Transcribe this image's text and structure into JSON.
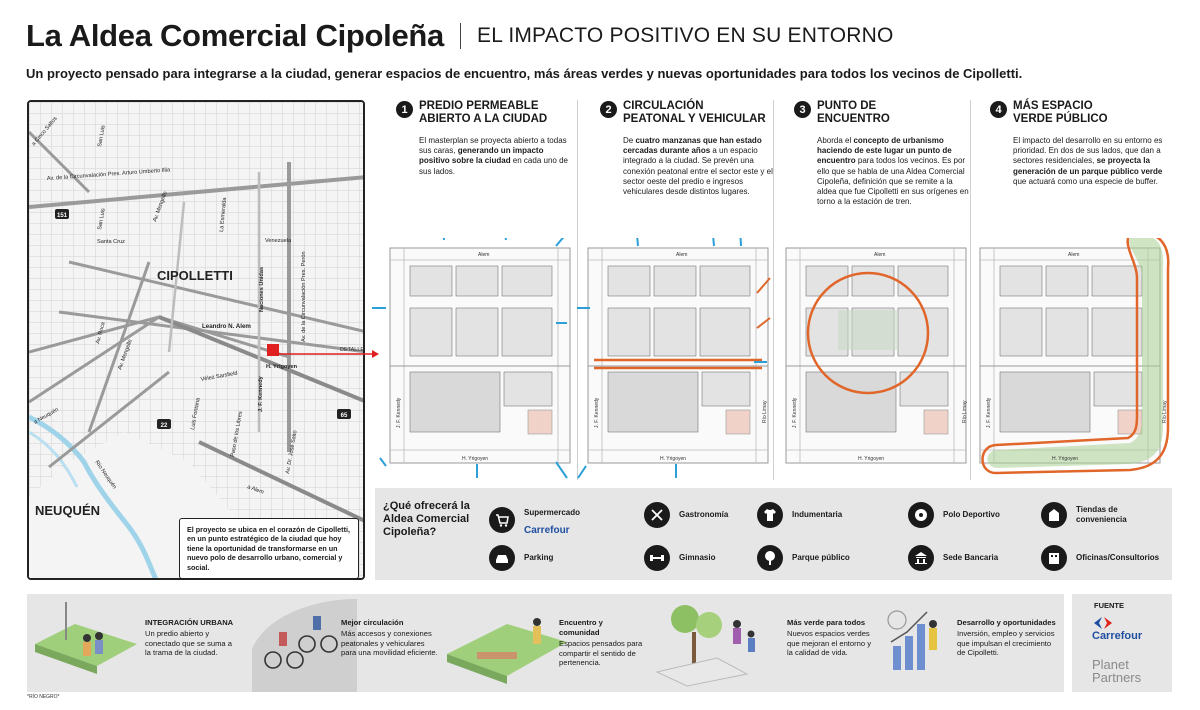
{
  "header": {
    "title": "La Aldea Comercial Cipoleña",
    "subtitle": "EL IMPACTO POSITIVO EN SU ENTORNO",
    "lead": "Un proyecto pensado para integrarse a la ciudad, generar espacios de encuentro, más áreas verdes y nuevas oportunidades para todos los vecinos de Cipolletti."
  },
  "map": {
    "city": "CIPOLLETTI",
    "neighbor": "NEUQUÉN",
    "streets": {
      "circunvalacion": "Av. de la Circunvalación Pres. Arturo Umberto Illia",
      "circunvalacion_v": "Av. de la Circunvalación Pres. Perón",
      "san_luis": "San Luis",
      "san_luis2": "San Luis",
      "santa_cruz": "Santa Cruz",
      "mengelle": "Av. Mengelle",
      "mengelle2": "Av. Mengelle",
      "esmeralda": "La Esmeralda",
      "venezuela": "Venezuela",
      "naciones": "Naciones Unidas",
      "alem": "Leandro N. Alem",
      "yrigoyen": "H. Yrigoyen",
      "kennedy": "J. F. Kennedy",
      "roca": "Av. Roca",
      "velez": "Vélez Sarsfield",
      "fontana": "Luis Fontana",
      "libres": "Paso de los Libres",
      "salto": "Av. Dr. José Salto",
      "alem_dir": "a Alem",
      "neuquen_dir": "a Neuquén",
      "cinco_dir": "a Cinco Saltos",
      "rio": "Río Neuquén",
      "rn151": "151",
      "rn22": "22",
      "rn65": "65"
    },
    "detalle": "DETALLE",
    "note": "El proyecto se ubica en el corazón de Cipolletti, en un punto estratégico de la ciudad que hoy tiene la oportunidad de transformarse en un nuevo polo de desarrollo urbano, comercial y social."
  },
  "steps": [
    {
      "num": "1",
      "title_l1": "PREDIO PERMEABLE",
      "title_l2": "ABIERTO A LA CIUDAD",
      "body_a": "El masterplan se proyecta abierto a todas sus caras, ",
      "body_b": "generando un impacto positivo sobre la ciudad",
      "body_c": " en cada uno de sus lados."
    },
    {
      "num": "2",
      "title_l1": "CIRCULACIÓN",
      "title_l2": "PEATONAL Y VEHICULAR",
      "body_a": "De ",
      "body_b": "cuatro manzanas que han estado cercadas durante años",
      "body_c": " a un espacio integrado a la ciudad. Se prevén una conexión peatonal entre el sector este y el sector oeste del predio e ingresos vehiculares desde distintos lugares."
    },
    {
      "num": "3",
      "title_l1": "PUNTO DE",
      "title_l2": "ENCUENTRO",
      "body_a": "Aborda el ",
      "body_b": "concepto de urbanismo haciendo de este lugar un punto de encuentro",
      "body_c": " para todos los vecinos. Es por ello que se habla de una Aldea Comercial Cipoleña, definición que se remite a la aldea que fue Cipolletti en sus orígenes en torno a la estación de tren."
    },
    {
      "num": "4",
      "title_l1": "MÁS ESPACIO",
      "title_l2": "VERDE PÚBLICO",
      "body_a": "El impacto del desarrollo en su entorno es prioridad. En dos de sus lados, que dan a sectores residenciales, ",
      "body_b": "se proyecta la generación de un parque público verde",
      "body_c": " que actuará como una especie de buffer."
    }
  ],
  "plan_labels": {
    "alem": "Alem",
    "yrigoyen": "H. Yrigoyen",
    "kennedy": "J. F. Kennedy",
    "limay": "Río Limay"
  },
  "services": {
    "question": "¿Qué ofrecerá la Aldea Comercial Cipoleña?",
    "items": [
      {
        "label": "Supermercado",
        "icon": "cart-icon"
      },
      {
        "label": "Gastronomía",
        "icon": "cutlery-icon"
      },
      {
        "label": "Indumentaria",
        "icon": "shirt-icon"
      },
      {
        "label": "Polo Deportivo",
        "icon": "ball-icon"
      },
      {
        "label": "Tiendas de conveniencia",
        "icon": "store-icon"
      },
      {
        "label": "Parking",
        "icon": "car-icon"
      },
      {
        "label": "Gimnasio",
        "icon": "dumbbell-icon"
      },
      {
        "label": "Parque público",
        "icon": "tree-icon"
      },
      {
        "label": "Sede Bancaria",
        "icon": "bank-icon"
      },
      {
        "label": "Oficinas/Consultorios",
        "icon": "office-icon"
      }
    ],
    "brand": "Carrefour"
  },
  "benefits": [
    {
      "title": "INTEGRACIÓN URBANA",
      "text": "Un predio abierto y conectado que se suma a la trama de la ciudad."
    },
    {
      "title": "Mejor circulación",
      "text": "Más accesos y conexiones peatonales y vehiculares para una movilidad eficiente."
    },
    {
      "title": "Encuentro y comunidad",
      "text": "Espacios pensados para compartir el sentido de pertenencia."
    },
    {
      "title": "Más verde para todos",
      "text": "Nuevos espacios verdes que mejoran el entorno y la calidad de vida."
    },
    {
      "title": "Desarrollo y oportunidades",
      "text": "Inversión, empleo y servicios que impulsan el crecimiento de Cipolletti."
    }
  ],
  "source": {
    "label": "FUENTE",
    "brand": "Carrefour",
    "partner_l1": "Planet",
    "partner_l2": "Partners"
  },
  "footnote": "*RÍO NEGRO*",
  "colors": {
    "accent_orange": "#e0662a",
    "arrow_blue": "#2b9fd8",
    "green": "#7fb36a",
    "map_red": "#e02020",
    "carrefour_blue": "#1f4ea1",
    "carrefour_red": "#e2231a"
  }
}
